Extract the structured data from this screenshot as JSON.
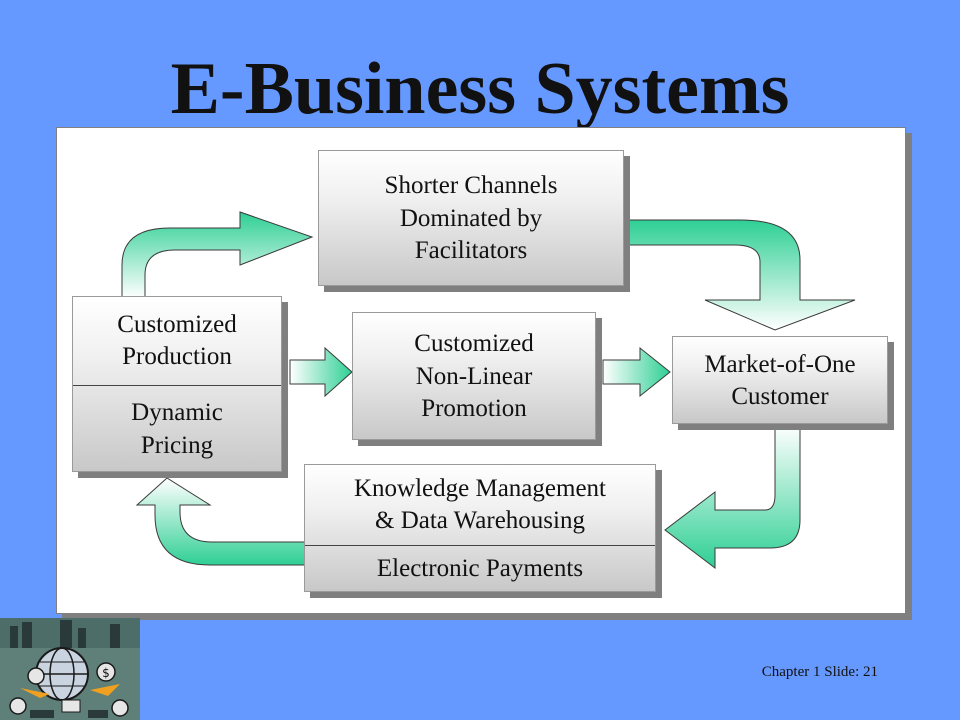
{
  "title": "E-Business Systems",
  "diagram": {
    "box_top": {
      "lines": [
        "Shorter Channels",
        "Dominated by",
        "Facilitators"
      ]
    },
    "box_left_top": {
      "lines": [
        "Customized",
        "Production"
      ]
    },
    "box_left_bottom": {
      "lines": [
        "Dynamic",
        "Pricing"
      ]
    },
    "box_center": {
      "lines": [
        "Customized",
        "Non-Linear",
        "Promotion"
      ]
    },
    "box_right": {
      "lines": [
        "Market-of-One",
        "Customer"
      ]
    },
    "box_bottom_top": {
      "lines": [
        "Knowledge Management",
        "& Data Warehousing"
      ]
    },
    "box_bottom_bottom": {
      "lines": [
        "Electronic Payments"
      ]
    }
  },
  "footer": "Chapter 1 Slide: 21",
  "colors": {
    "background": "#6699ff",
    "arrow_top": "#2ecf94",
    "arrow_bottom": "#ffffff"
  },
  "logo": {
    "icon": "communications-collage-icon"
  }
}
